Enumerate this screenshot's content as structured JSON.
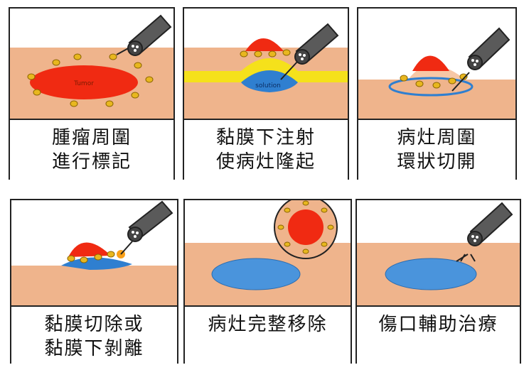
{
  "steps": [
    {
      "line1": "腫瘤周圍",
      "line2": "進行標記",
      "label": "Tumor"
    },
    {
      "line1": "黏膜下注射",
      "line2": "使病灶隆起",
      "label": "solution"
    },
    {
      "line1": "病灶周圍",
      "line2": "環狀切開"
    },
    {
      "line1": "黏膜切除或",
      "line2": "黏膜下剝離"
    },
    {
      "line1": "病灶完整移除",
      "line2": ""
    },
    {
      "line1": "傷口輔助治療",
      "line2": ""
    }
  ],
  "colors": {
    "tissue": "#efb48c",
    "tumor": "#f02a12",
    "marker": "#e8b71f",
    "solution_blue": "#2f7fd0",
    "solution_yellow": "#f5e11b",
    "wound_blue": "#4a94dc",
    "scope": "#555555"
  },
  "icons": [
    "endoscope-icon",
    "marker-dot-icon",
    "snare-loop-icon",
    "clip-icon"
  ]
}
